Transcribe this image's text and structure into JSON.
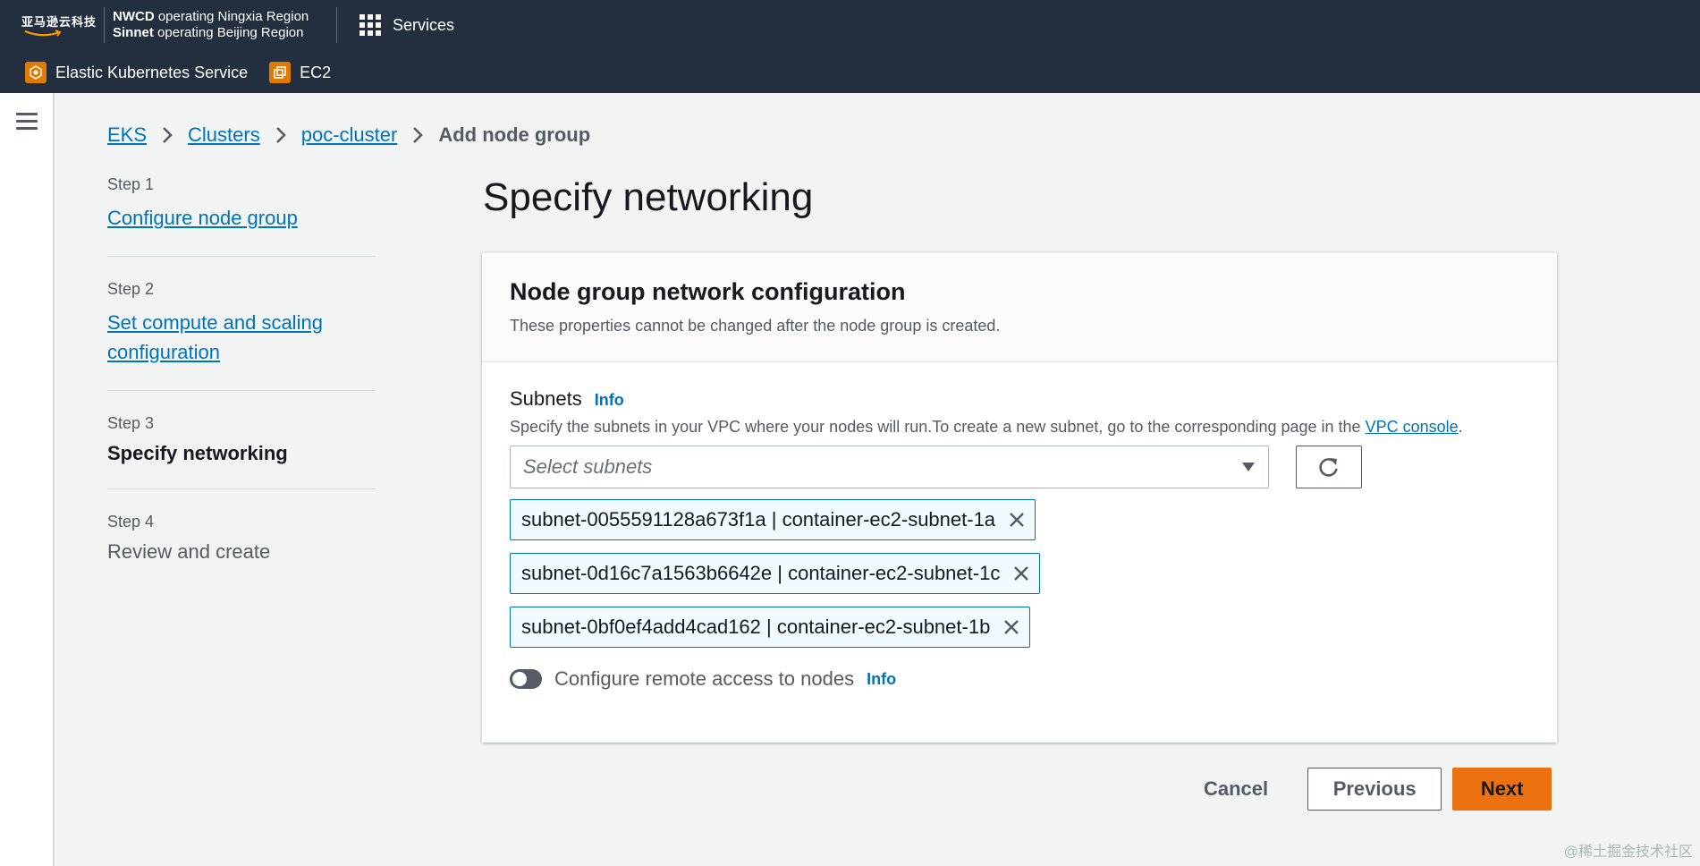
{
  "header": {
    "brand_text": "亚马逊云科技",
    "operator_line1_bold": "NWCD",
    "operator_line1_rest": " operating Ningxia Region",
    "operator_line2_bold": "Sinnet",
    "operator_line2_rest": " operating Beijing Region",
    "services_label": "Services",
    "favorites": [
      {
        "label": "Elastic Kubernetes Service",
        "icon": "eks-icon"
      },
      {
        "label": "EC2",
        "icon": "ec2-icon"
      }
    ]
  },
  "breadcrumb": {
    "items": [
      "EKS",
      "Clusters",
      "poc-cluster"
    ],
    "current": "Add node group"
  },
  "steps": [
    {
      "num": "Step 1",
      "label": "Configure node group"
    },
    {
      "num": "Step 2",
      "label": "Set compute and scaling configuration"
    },
    {
      "num": "Step 3",
      "label": "Specify networking"
    },
    {
      "num": "Step 4",
      "label": "Review and create"
    }
  ],
  "main": {
    "title": "Specify networking",
    "panel": {
      "title": "Node group network configuration",
      "description": "These properties cannot be changed after the node group is created.",
      "subnets": {
        "label": "Subnets",
        "info": "Info",
        "description_prefix": "Specify the subnets in your VPC where your nodes will run.To create a new subnet, go to the corresponding page in the ",
        "description_link": "VPC console",
        "description_suffix": ".",
        "placeholder": "Select subnets",
        "selected": [
          "subnet-0055591128a673f1a | container-ec2-subnet-1a",
          "subnet-0d16c7a1563b6642e | container-ec2-subnet-1c",
          "subnet-0bf0ef4add4cad162 | container-ec2-subnet-1b"
        ]
      },
      "remote_access": {
        "label": "Configure remote access to nodes",
        "info": "Info",
        "enabled": false
      }
    }
  },
  "actions": {
    "cancel": "Cancel",
    "previous": "Previous",
    "next": "Next"
  },
  "watermark": "@稀土掘金技术社区",
  "colors": {
    "header_bg": "#232f3e",
    "link": "#0073bb",
    "primary": "#ec7211",
    "token_border": "#0073bb",
    "token_bg": "#f1faff"
  }
}
